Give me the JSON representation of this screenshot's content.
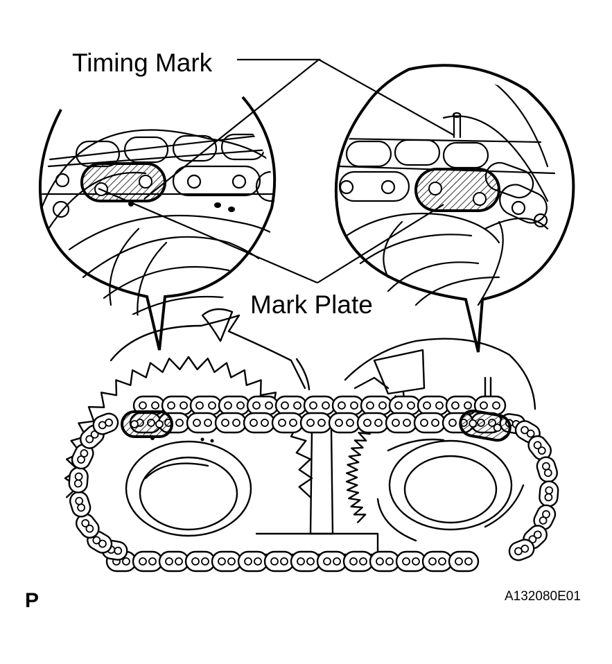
{
  "labels": {
    "timing_mark": "Timing Mark",
    "mark_plate": "Mark Plate",
    "view_letter": "P",
    "figure_code": "A132080E01"
  },
  "colors": {
    "ink": "#000000",
    "paper": "#ffffff"
  }
}
